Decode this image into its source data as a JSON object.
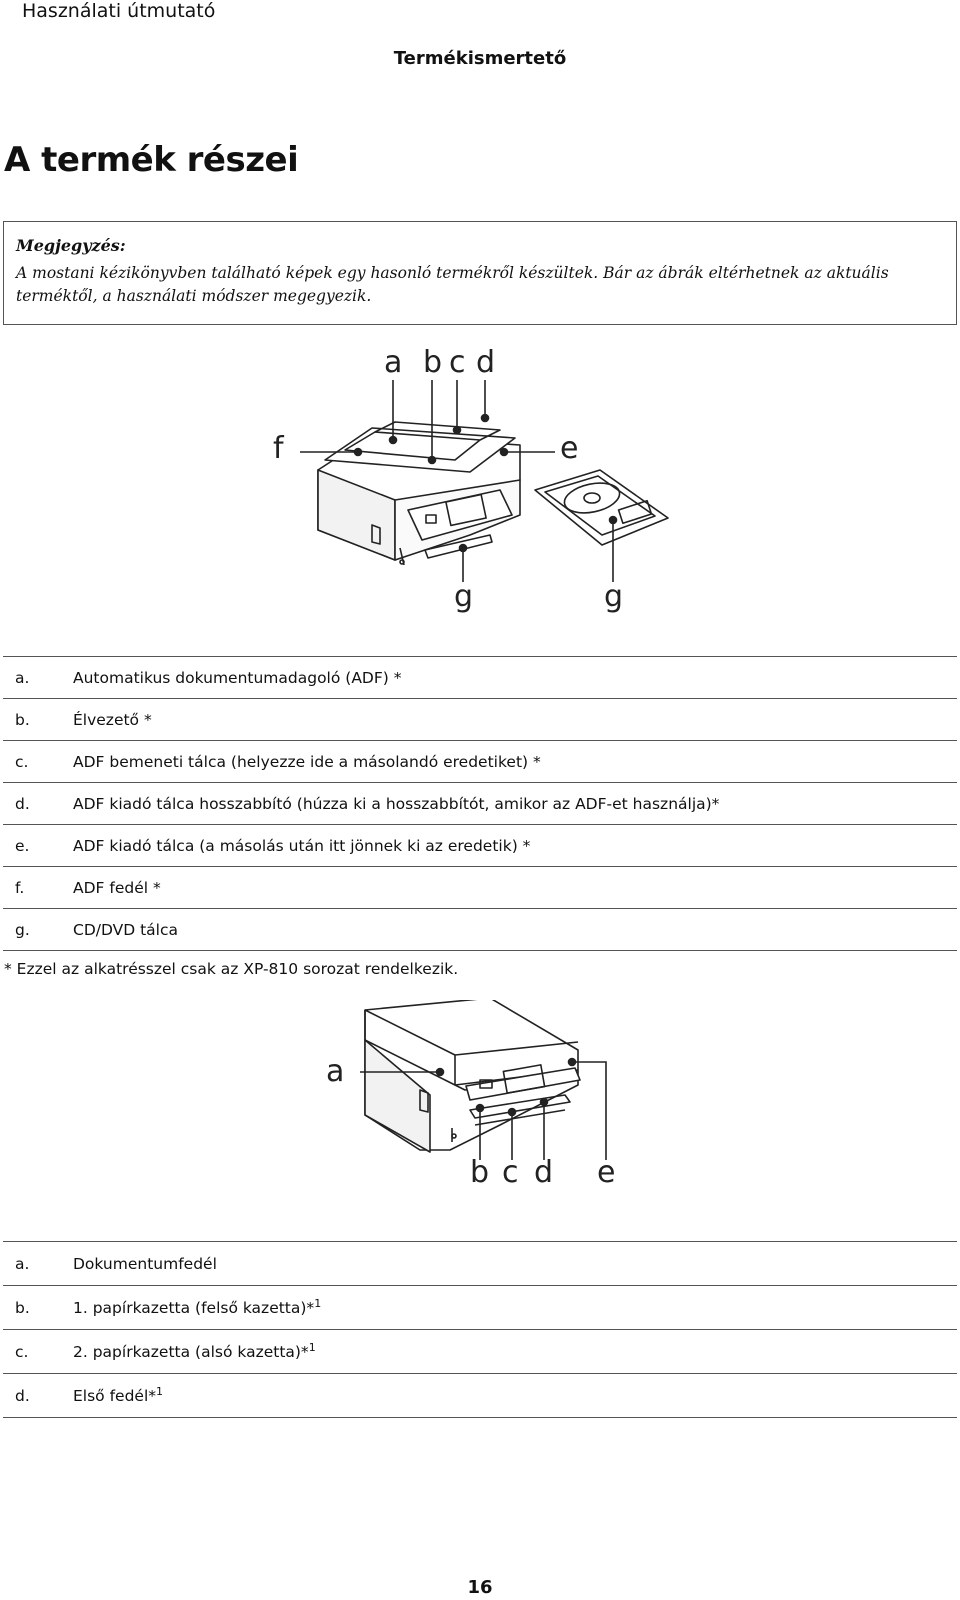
{
  "header": {
    "doc_title": "Használati útmutató",
    "section_title": "Termékismertető"
  },
  "heading": "A termék részei",
  "note": {
    "title": "Megjegyzés:",
    "body": "A mostani kézikönyvben található képek egy hasonló termékről készültek. Bár az ábrák eltérhetnek az aktuális terméktől, a használati módszer megegyezik."
  },
  "figure1": {
    "labels": [
      "a",
      "b",
      "c",
      "d",
      "e",
      "f",
      "g",
      "g"
    ]
  },
  "parts1": [
    {
      "letter": "a.",
      "text": "Automatikus dokumentumadagoló (ADF) *"
    },
    {
      "letter": "b.",
      "text": "Élvezető *"
    },
    {
      "letter": "c.",
      "text": "ADF bemeneti tálca (helyezze ide a másolandó eredetiket) *"
    },
    {
      "letter": "d.",
      "text": "ADF kiadó tálca hosszabbító (húzza ki a hosszabbítót, amikor az ADF-et használja)*"
    },
    {
      "letter": "e.",
      "text": "ADF kiadó tálca (a másolás után itt jönnek ki az eredetik) *"
    },
    {
      "letter": "f.",
      "text": "ADF fedél *"
    },
    {
      "letter": "g.",
      "text": "CD/DVD tálca"
    }
  ],
  "footnote1": "* Ezzel az alkatrésszel csak az XP-810 sorozat rendelkezik.",
  "figure2": {
    "labels": [
      "a",
      "b",
      "c",
      "d",
      "e"
    ]
  },
  "parts2": [
    {
      "letter": "a.",
      "text": "Dokumentumfedél",
      "sup": ""
    },
    {
      "letter": "b.",
      "text": "1. papírkazetta (felső kazetta)*",
      "sup": "1"
    },
    {
      "letter": "c.",
      "text": "2. papírkazetta (alsó kazetta)*",
      "sup": "1"
    },
    {
      "letter": "d.",
      "text": "Első fedél*",
      "sup": "1"
    }
  ],
  "page_number": "16"
}
